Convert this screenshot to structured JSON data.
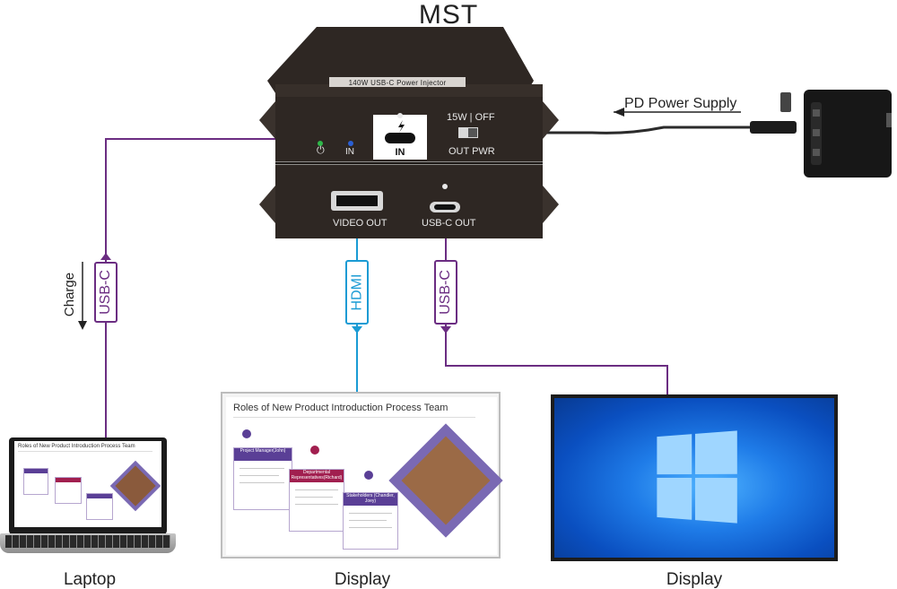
{
  "title": "MST",
  "device": {
    "model_label": "140W USB-C Power Injector",
    "top_panel": {
      "usbc_in_label": "IN",
      "led_in_label": "IN",
      "switch_label_top": "15W | OFF",
      "switch_label_bottom": "OUT PWR"
    },
    "bottom_panel": {
      "video_out_label": "VIDEO OUT",
      "usbc_out_label": "USB-C OUT"
    }
  },
  "connections": {
    "power_supply_label": "PD Power Supply",
    "laptop_cable_tag": "USB-C",
    "laptop_cable_note": "Charge",
    "hdmi_cable_tag": "HDMI",
    "usbc_cable_tag": "USB-C"
  },
  "screens": {
    "laptop_caption": "Laptop",
    "display1_caption": "Display",
    "display2_caption": "Display",
    "slide_title": "Roles of New Product Introduction Process Team",
    "roles": [
      {
        "name": "Project Manager(John)"
      },
      {
        "name": "Departmental Representatives(Richard)"
      },
      {
        "name": "Stakeholders (Chandler, Joey)"
      }
    ]
  },
  "colors": {
    "usbc_cable": "#6b2d82",
    "hdmi_cable": "#1a9bd4",
    "device_body": "#2e2723",
    "windows_bg": "#0a5fd0"
  }
}
